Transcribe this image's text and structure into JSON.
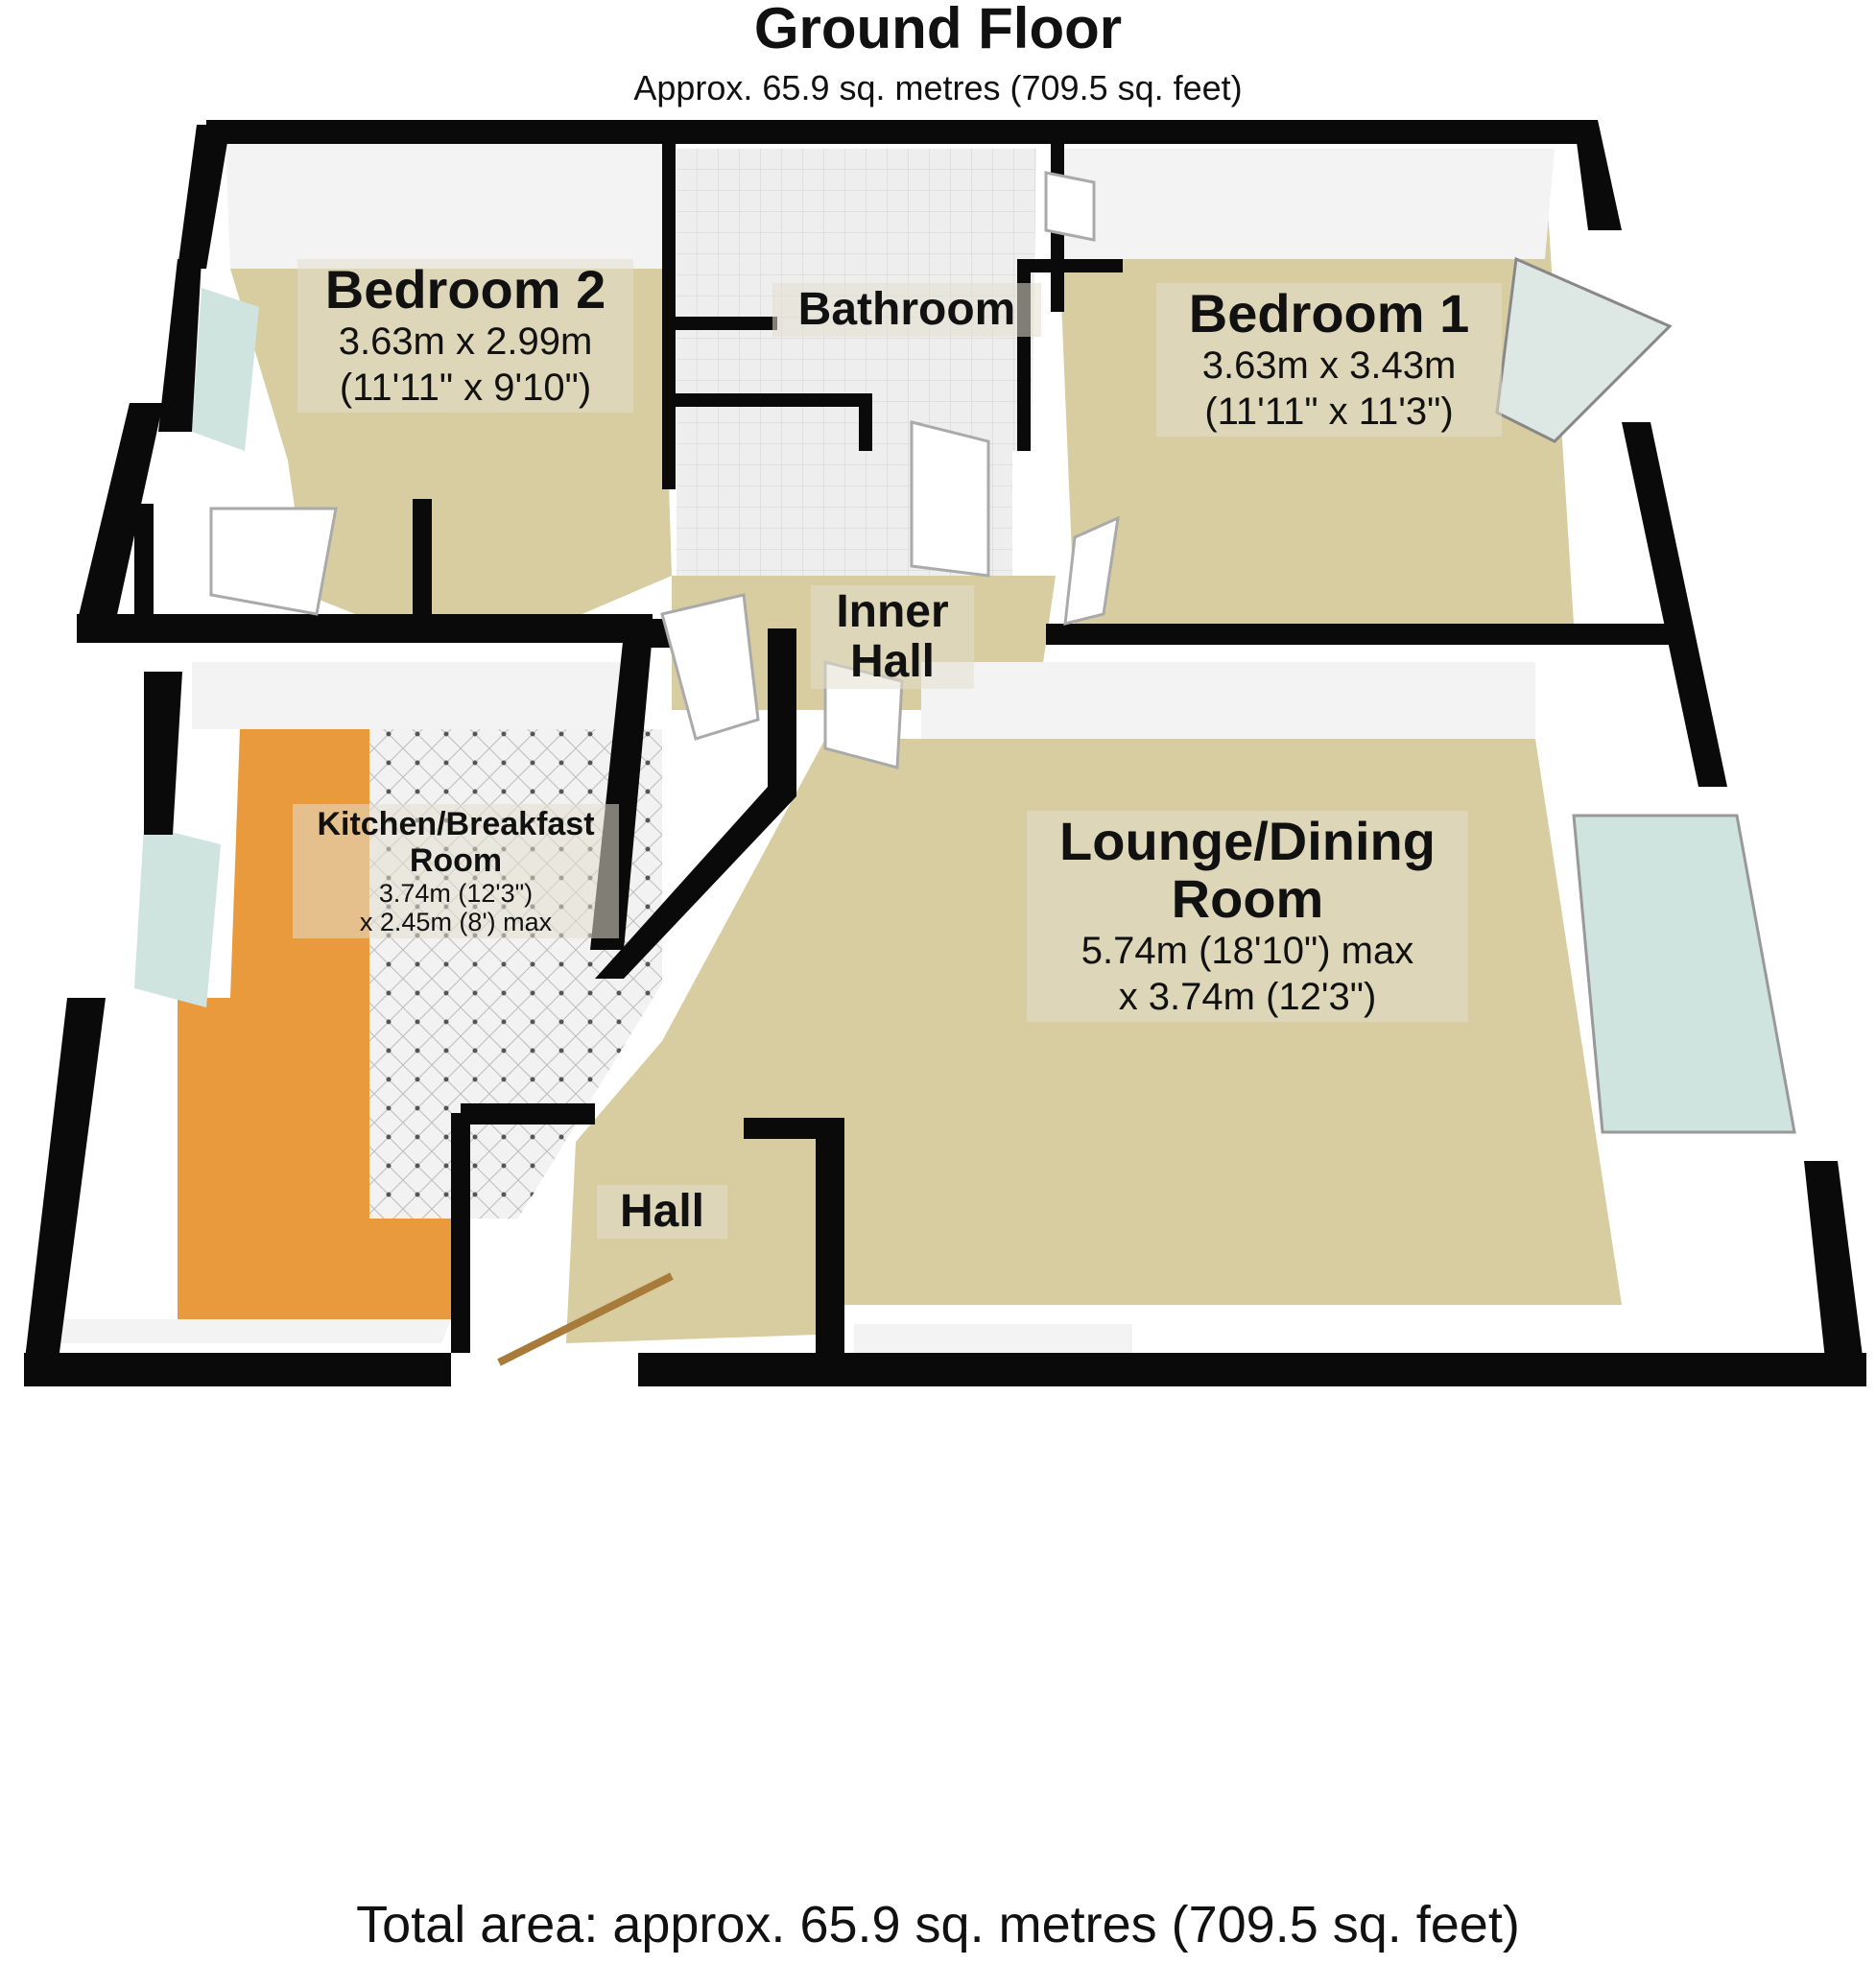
{
  "header": {
    "title": "Ground Floor",
    "subtitle": "Approx. 65.9 sq. metres (709.5 sq. feet)"
  },
  "rooms": {
    "bedroom2": {
      "name": "Bedroom 2",
      "dim1": "3.63m x 2.99m",
      "dim2": "(11'11\" x 9'10\")"
    },
    "bathroom": {
      "name": "Bathroom"
    },
    "bedroom1": {
      "name": "Bedroom 1",
      "dim1": "3.63m x 3.43m",
      "dim2": "(11'11\" x 11'3\")"
    },
    "inner_hall": {
      "name_line1": "Inner",
      "name_line2": "Hall"
    },
    "kitchen": {
      "name_line1": "Kitchen/Breakfast",
      "name_line2": "Room",
      "dim1": "3.74m (12'3\")",
      "dim2": "x 2.45m (8') max"
    },
    "lounge": {
      "name_line1": "Lounge/Dining",
      "name_line2": "Room",
      "dim1": "5.74m (18'10\") max",
      "dim2": "x 3.74m (12'3\")"
    },
    "hall": {
      "name": "Hall"
    }
  },
  "footer": {
    "total": "Total area: approx. 65.9 sq. metres (709.5 sq. feet)"
  },
  "colors": {
    "wall": "#0a0a0a",
    "wall_face": "#f3f3f3",
    "carpet": "#d8cda0",
    "kitchen_floor": "#f0f0f0",
    "worktop": "#e89a3c",
    "bathroom_floor": "#ececec",
    "window_glass": "#cfe3df"
  }
}
